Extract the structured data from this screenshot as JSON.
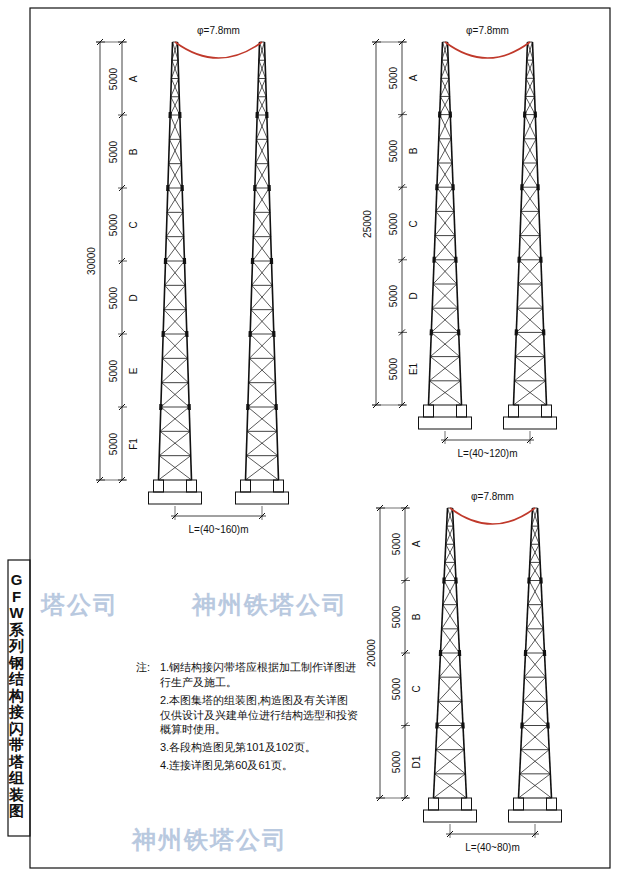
{
  "diagram": {
    "title": "GFW系列钢结构接闪带塔组装图",
    "labels": [
      "φ=7.8mm",
      "30000",
      "5000",
      "5000",
      "5000",
      "5000",
      "5000",
      "5000",
      "A",
      "B",
      "C",
      "D",
      "E",
      "F1",
      "L=(40~160)m",
      "φ=7.8mm",
      "25000",
      "5000",
      "5000",
      "5000",
      "5000",
      "5000",
      "A",
      "B",
      "C",
      "D",
      "E1",
      "L=(40~120)m",
      "φ=7.8mm",
      "20000",
      "5000",
      "5000",
      "5000",
      "5000",
      "A",
      "B",
      "C",
      "D1",
      "L=(40~80)m",
      "注:",
      "1.钢结构接闪带塔应根据加工制作详图进行生产及施工。",
      "2.本图集塔的组装图,构造图及有关详图仅供设计及兴建单位进行结构选型和投资概算时使用。",
      "3.各段构造图见第101及102页。",
      "4.连接详图见第60及61页。",
      "塔公司",
      "神州铁塔公司",
      "神州铁塔公司"
    ]
  }
}
